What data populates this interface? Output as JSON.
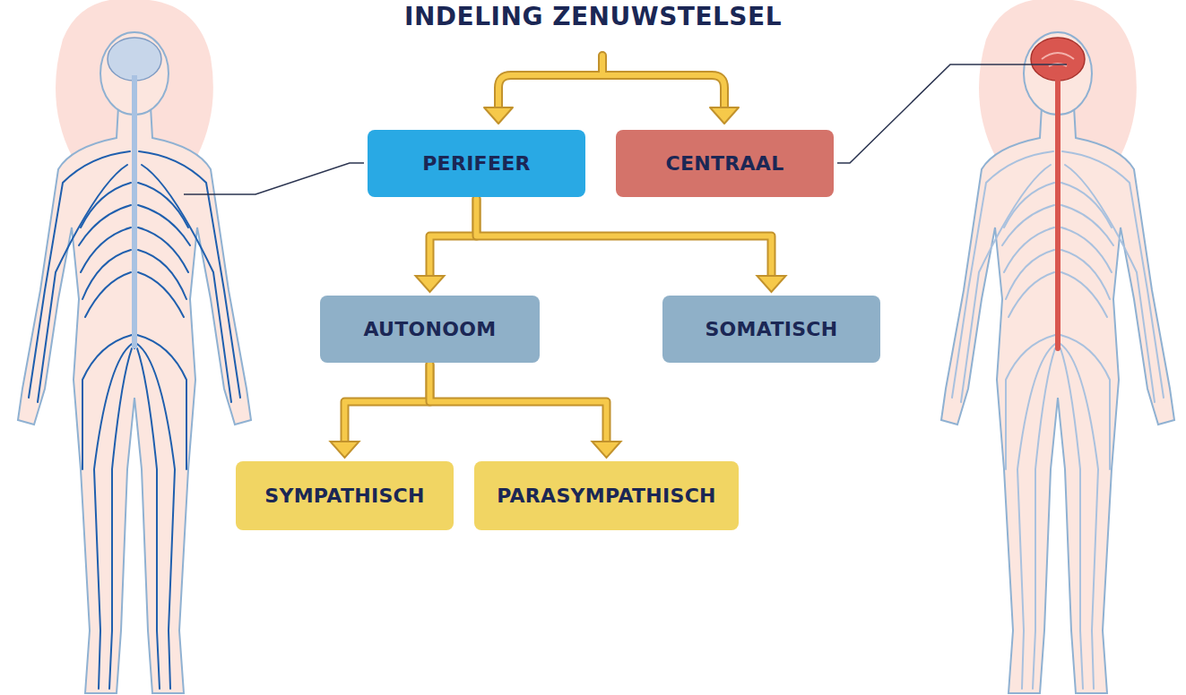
{
  "diagram": {
    "title": "INDELING ZENUWSTELSEL",
    "nodes": [
      {
        "text": [
          "PERIFEER"
        ]
      },
      {
        "text": [
          "CENTRAAL"
        ]
      },
      {
        "text": [
          "AUTONOOM"
        ]
      },
      {
        "text": [
          "SOMATISCH"
        ]
      },
      {
        "text": [
          "SYMPATHISCH"
        ]
      },
      {
        "text": [
          "PARASYMPATHISCH"
        ]
      }
    ],
    "edges": [
      {
        "from": 0,
        "to": 2,
        "arrow": "to"
      },
      {
        "from": 0,
        "to": 3,
        "arrow": "to"
      },
      {
        "from": 2,
        "to": 4,
        "arrow": "to"
      },
      {
        "from": 2,
        "to": 5,
        "arrow": "to"
      }
    ]
  }
}
